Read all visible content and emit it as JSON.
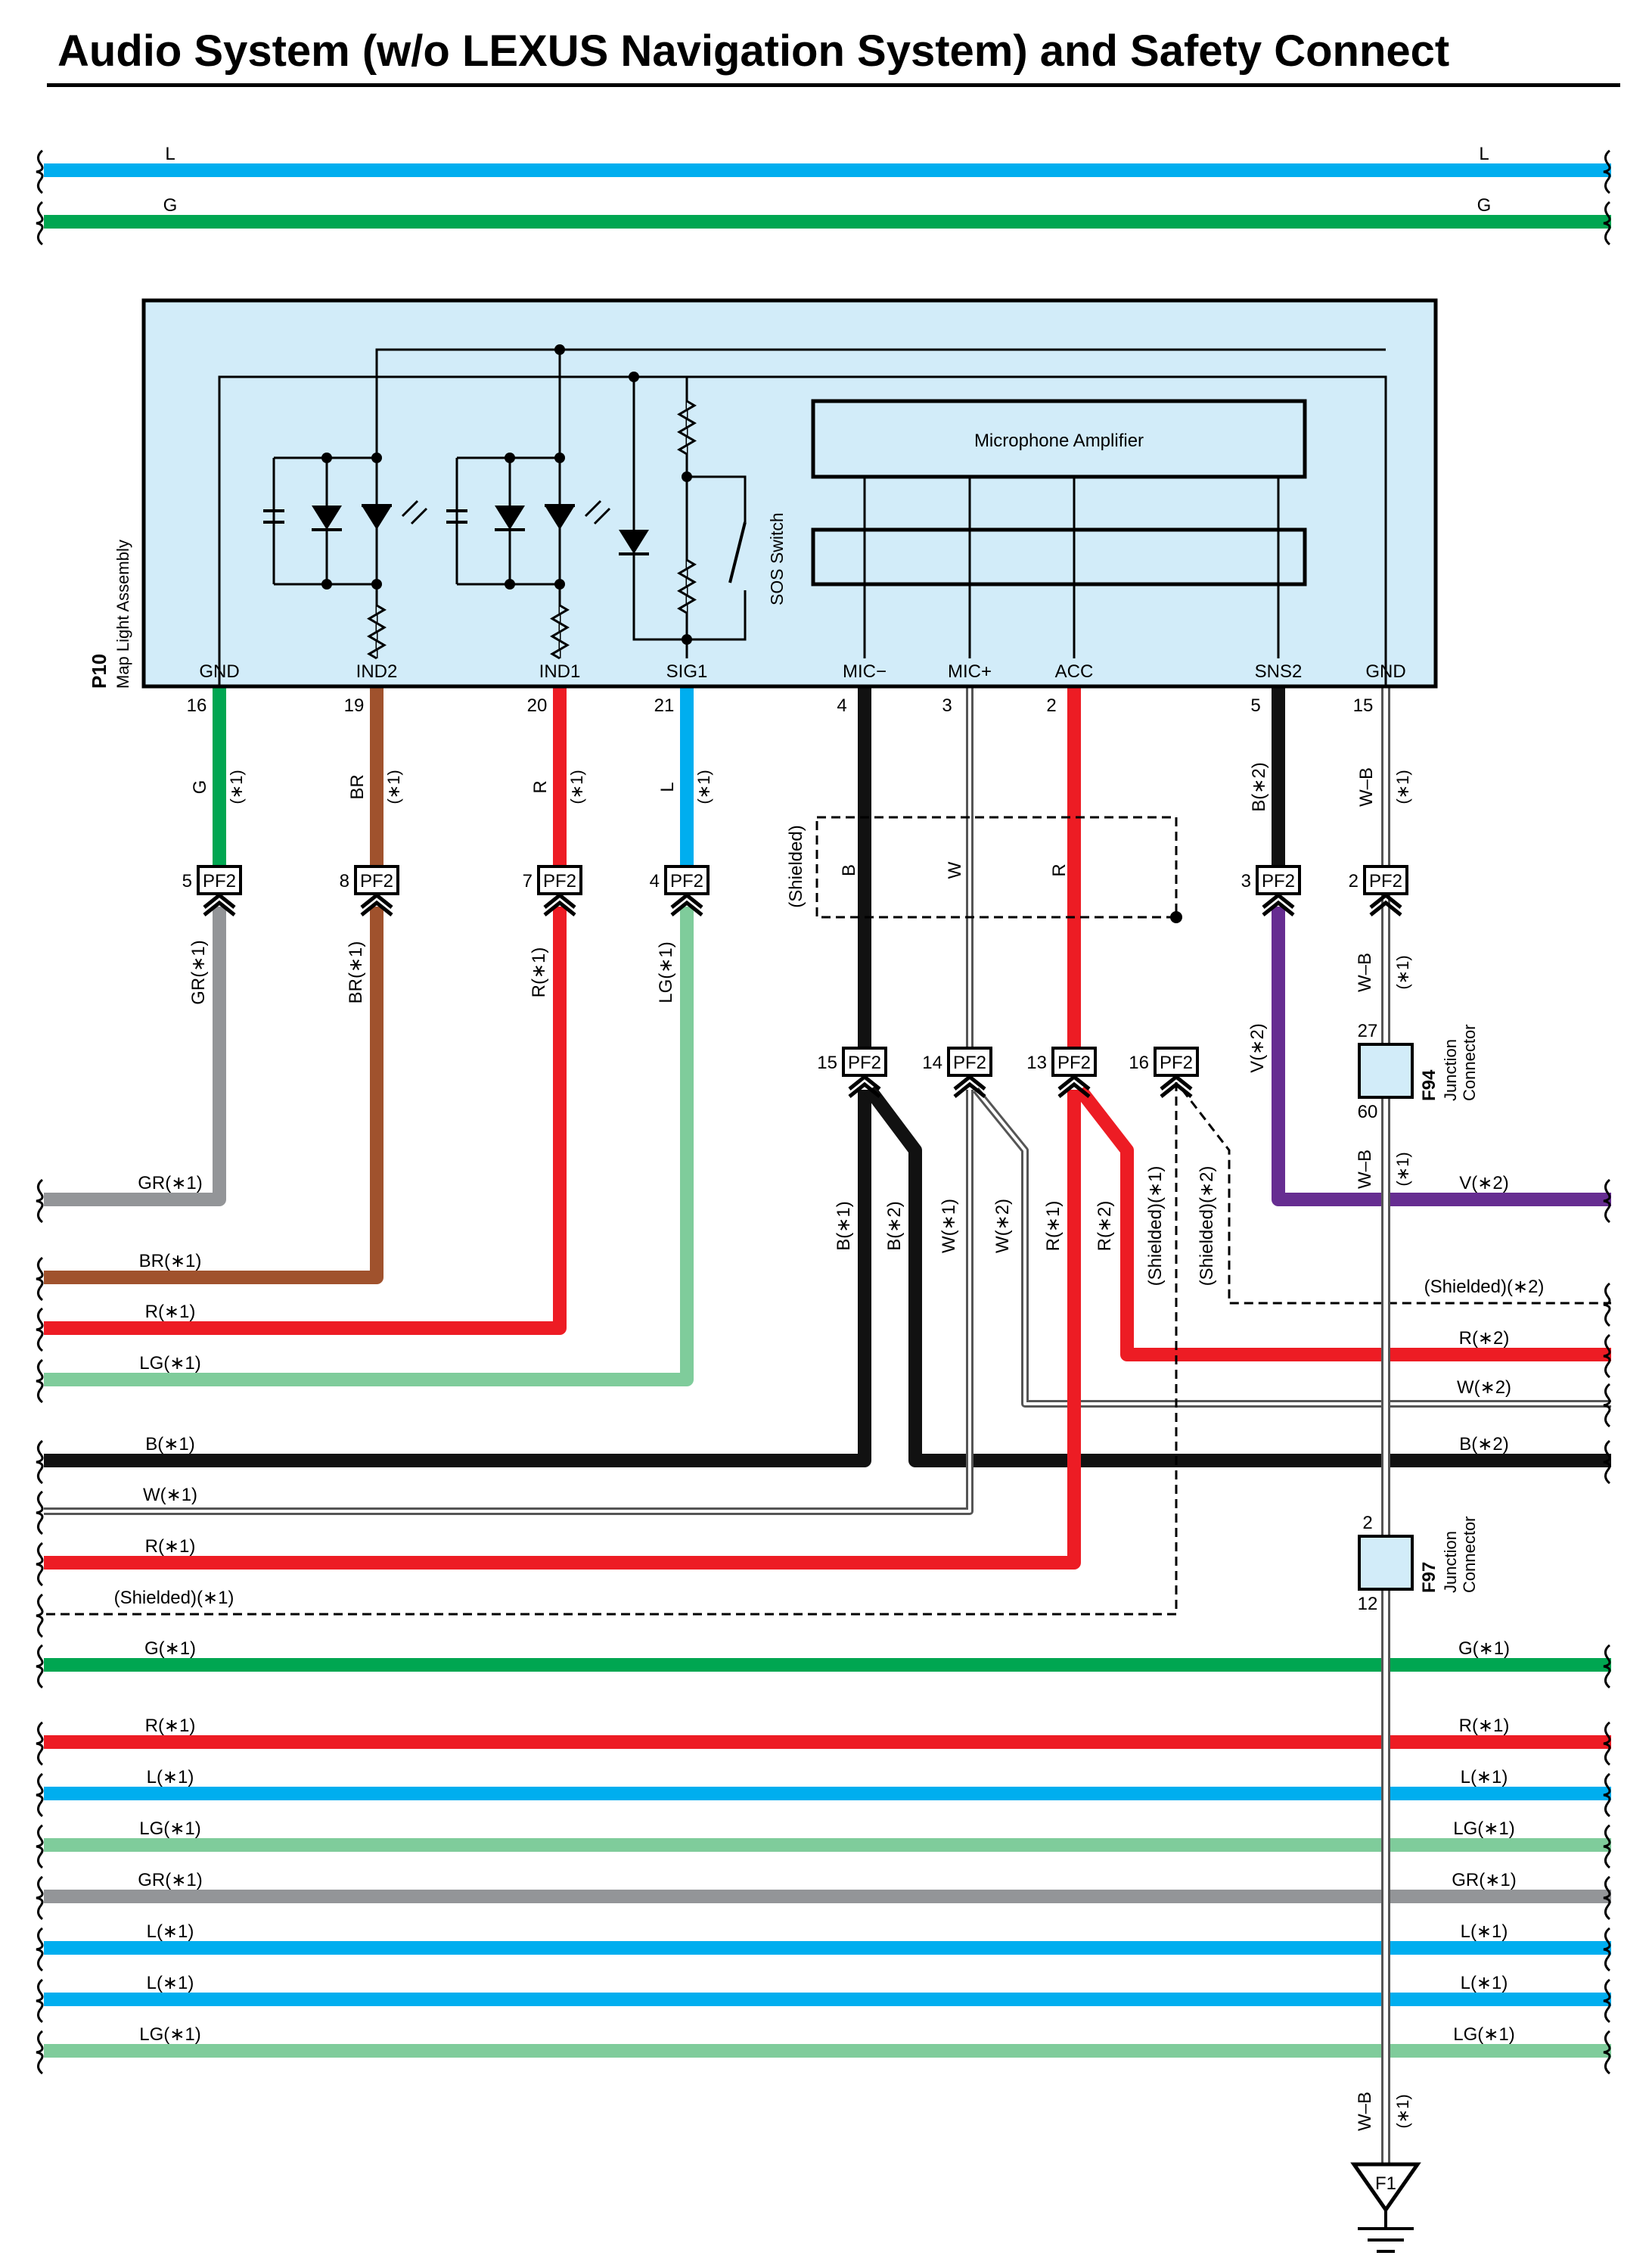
{
  "title": "Audio System (w/o LEXUS Navigation System) and Safety Connect",
  "top_wires": [
    {
      "label_left": "L",
      "label_right": "L",
      "color": "#00aeef"
    },
    {
      "label_left": "G",
      "label_right": "G",
      "color": "#00a651"
    }
  ],
  "component": {
    "code": "P10",
    "name": "Map Light Assembly",
    "fill": "#d2ecf9",
    "amplifier_label": "Microphone Amplifier",
    "switch_label": "SOS Switch",
    "pins": [
      {
        "name": "GND",
        "num": "16",
        "wire": "G",
        "note": "(∗1)",
        "color": "#00a651"
      },
      {
        "name": "IND2",
        "num": "19",
        "wire": "BR",
        "note": "(∗1)",
        "color": "#a0522d"
      },
      {
        "name": "IND1",
        "num": "20",
        "wire": "R",
        "note": "(∗1)",
        "color": "#ed1c24"
      },
      {
        "name": "SIG1",
        "num": "21",
        "wire": "L",
        "note": "(∗1)",
        "color": "#00aeef"
      },
      {
        "name": "MIC−",
        "num": "4",
        "wire": "B",
        "note": "",
        "color": "#111111"
      },
      {
        "name": "MIC+",
        "num": "3",
        "wire": "W",
        "note": "",
        "color": "#ffffff"
      },
      {
        "name": "ACC",
        "num": "2",
        "wire": "R",
        "note": "",
        "color": "#ed1c24"
      },
      {
        "name": "SNS2",
        "num": "5",
        "wire": "B(∗2)",
        "note": "",
        "color": "#111111"
      },
      {
        "name": "GND",
        "num": "15",
        "wire": "W–B",
        "note": "(∗1)",
        "color": "#ffffff"
      }
    ]
  },
  "shield_label": "(Shielded)",
  "shield_wire_labels": [
    "B",
    "W",
    "R"
  ],
  "connectors_upper": [
    {
      "pin": "5",
      "name": "PF2",
      "below": "GR(∗1)"
    },
    {
      "pin": "8",
      "name": "PF2",
      "below": "BR(∗1)"
    },
    {
      "pin": "7",
      "name": "PF2",
      "below": "R(∗1)"
    },
    {
      "pin": "4",
      "name": "PF2",
      "below": "LG(∗1)"
    },
    {
      "pin": "3",
      "name": "PF2",
      "below": "V(∗2)"
    },
    {
      "pin": "2",
      "name": "PF2",
      "below": "W–B"
    }
  ],
  "connectors_lower": [
    {
      "pin": "15",
      "name": "PF2",
      "labels": [
        "B(∗1)",
        "B(∗2)"
      ]
    },
    {
      "pin": "14",
      "name": "PF2",
      "labels": [
        "W(∗1)",
        "W(∗2)"
      ]
    },
    {
      "pin": "13",
      "name": "PF2",
      "labels": [
        "R(∗1)",
        "R(∗2)"
      ]
    },
    {
      "pin": "16",
      "name": "PF2",
      "labels": [
        "(Shielded)(∗1)",
        "(Shielded)(∗2)"
      ]
    }
  ],
  "junctions": [
    {
      "code": "F94",
      "name": "Junction",
      "name2": "Connector",
      "pin_top": "27",
      "pin_bottom": "60"
    },
    {
      "code": "F97",
      "name": "Junction",
      "name2": "Connector",
      "pin_top": "2",
      "pin_bottom": "12"
    }
  ],
  "wb_note": "(∗1)",
  "wb_label": "W–B",
  "left_wires": [
    {
      "label": "GR(∗1)",
      "color": "#939598"
    },
    {
      "label": "BR(∗1)",
      "color": "#a0522d"
    },
    {
      "label": "R(∗1)",
      "color": "#ed1c24"
    },
    {
      "label": "LG(∗1)",
      "color": "#7fcc9b"
    },
    {
      "label": "B(∗1)",
      "color": "#111111"
    },
    {
      "label": "W(∗1)",
      "color": "#ffffff"
    },
    {
      "label": "R(∗1)",
      "color": "#ed1c24"
    },
    {
      "label": "(Shielded)(∗1)",
      "color": "dashed"
    }
  ],
  "right_wires": [
    {
      "label": "V(∗2)",
      "color": "#662d91"
    },
    {
      "label": "(Shielded)(∗2)",
      "color": "dashed"
    },
    {
      "label": "R(∗2)",
      "color": "#ed1c24"
    },
    {
      "label": "W(∗2)",
      "color": "#ffffff"
    },
    {
      "label": "B(∗2)",
      "color": "#111111"
    }
  ],
  "bus_wires": [
    {
      "label_left": "G(∗1)",
      "label_right": "G(∗1)",
      "color": "#00a651"
    },
    {
      "label_left": "R(∗1)",
      "label_right": "R(∗1)",
      "color": "#ed1c24"
    },
    {
      "label_left": "L(∗1)",
      "label_right": "L(∗1)",
      "color": "#00aeef"
    },
    {
      "label_left": "LG(∗1)",
      "label_right": "LG(∗1)",
      "color": "#7fcc9b"
    },
    {
      "label_left": "GR(∗1)",
      "label_right": "GR(∗1)",
      "color": "#939598"
    },
    {
      "label_left": "L(∗1)",
      "label_right": "L(∗1)",
      "color": "#00aeef"
    },
    {
      "label_left": "L(∗1)",
      "label_right": "L(∗1)",
      "color": "#00aeef"
    },
    {
      "label_left": "LG(∗1)",
      "label_right": "LG(∗1)",
      "color": "#7fcc9b"
    }
  ],
  "ground": {
    "code": "F1"
  }
}
